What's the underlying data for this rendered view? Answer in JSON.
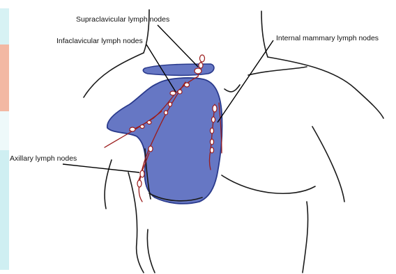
{
  "colors": {
    "breast_region": "#6677c4",
    "breast_outline": "#2a3a8c",
    "vessel": "#9b1c1c",
    "left_edge_strip_top": "#d7f2f4",
    "left_edge_strip_mid": "#f3b8a3",
    "left_edge_strip_bottom": "#cfeff2"
  },
  "labels": {
    "supraclavicular": "Supraclavicular lymph nodes",
    "infraclavicular": "Infaclavicular lymph nodes",
    "internal_mammary": "Internal mammary lymph nodes",
    "axillary": "Axillary lymph nodes"
  }
}
